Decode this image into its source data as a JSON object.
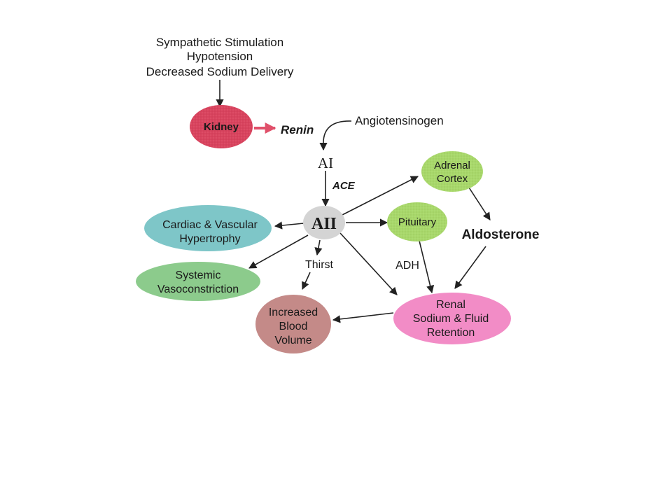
{
  "triggers": {
    "line1": "Sympathetic Stimulation",
    "line2": "Hypotension",
    "line3": "Decreased Sodium Delivery"
  },
  "nodes": {
    "kidney": "Kidney",
    "renin": "Renin",
    "angiotensinogen": "Angiotensinogen",
    "ai": "AI",
    "ace": "ACE",
    "aii": "AII",
    "adrenal_1": "Adrenal",
    "adrenal_2": "Cortex",
    "pituitary": "Pituitary",
    "aldosterone": "Aldosterone",
    "adh": "ADH",
    "cardiac_1": "Cardiac & Vascular",
    "cardiac_2": "Hypertrophy",
    "systemic_1": "Systemic",
    "systemic_2": "Vasoconstriction",
    "thirst": "Thirst",
    "blood_1": "Increased",
    "blood_2": "Blood",
    "blood_3": "Volume",
    "renal_1": "Renal",
    "renal_2": "Sodium & Fluid",
    "renal_3": "Retention"
  },
  "colors": {
    "kidney": "#d9435e",
    "renin_text": "#e8202a",
    "renin_arrow": "#e0506a",
    "ace_text": "#3c8a1e",
    "aii_fill": "#d4d4d4",
    "aii_text": "#e8202a",
    "adrenal": "#a8d86a",
    "pituitary": "#a8d86a",
    "aldosterone_text": "#f04a14",
    "cardiac": "#7ec6c8",
    "systemic": "#8ccb8c",
    "blood": "#c48a88",
    "renal": "#f28cc6"
  }
}
